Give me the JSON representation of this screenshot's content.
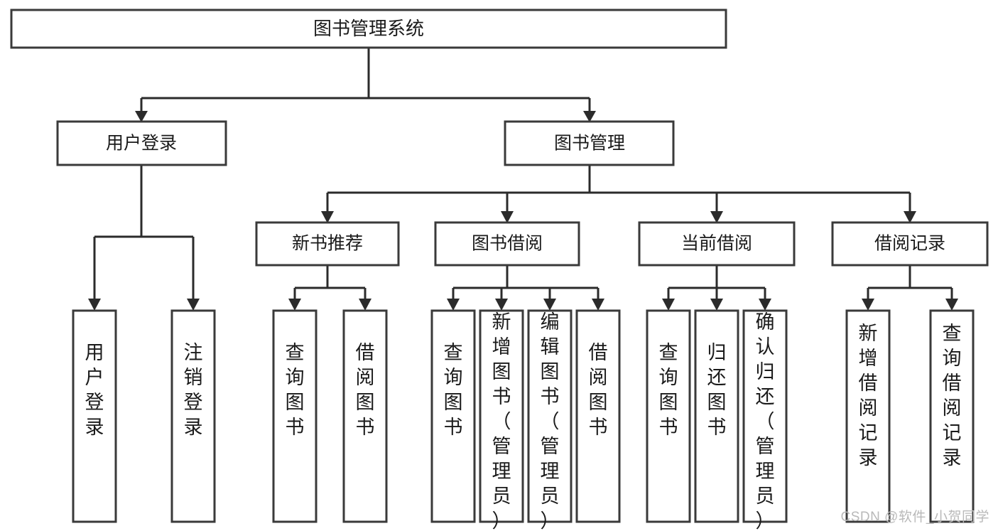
{
  "diagram": {
    "title": "图书管理系统",
    "type": "tree-hierarchy-diagram",
    "root": {
      "id": "root",
      "label": "图书管理系统"
    },
    "level2": [
      {
        "id": "user-login",
        "label": "用户登录"
      },
      {
        "id": "book-management",
        "label": "图书管理"
      }
    ],
    "level3": [
      {
        "id": "new-book-recommend",
        "label": "新书推荐",
        "parent": "book-management"
      },
      {
        "id": "book-borrow",
        "label": "图书借阅",
        "parent": "book-management"
      },
      {
        "id": "current-borrow",
        "label": "当前借阅",
        "parent": "book-management"
      },
      {
        "id": "borrow-record",
        "label": "借阅记录",
        "parent": "book-management"
      }
    ],
    "leaves": {
      "user_login": [
        {
          "id": "leaf-user-login",
          "label": "用户登录"
        },
        {
          "id": "leaf-logout-login",
          "label": "注销登录"
        }
      ],
      "new_book_recommend": [
        {
          "id": "leaf-query-book-1",
          "label": "查询图书"
        },
        {
          "id": "leaf-borrow-book-1",
          "label": "借阅图书"
        }
      ],
      "book_borrow": [
        {
          "id": "leaf-query-book-2",
          "label": "查询图书"
        },
        {
          "id": "leaf-add-book",
          "label": "新增图书（管理员）"
        },
        {
          "id": "leaf-edit-book",
          "label": "编辑图书（管理员）"
        },
        {
          "id": "leaf-borrow-book-2",
          "label": "借阅图书"
        }
      ],
      "current_borrow": [
        {
          "id": "leaf-query-book-3",
          "label": "查询图书"
        },
        {
          "id": "leaf-return-book",
          "label": "归还图书"
        },
        {
          "id": "leaf-confirm-return",
          "label": "确认归还（管理员）"
        }
      ],
      "borrow_record": [
        {
          "id": "leaf-add-record",
          "label": "新增借阅记录"
        },
        {
          "id": "leaf-query-record",
          "label": "查询借阅记录"
        }
      ]
    }
  },
  "watermark": {
    "text": "CSDN @软件_小贺同学"
  },
  "colors": {
    "background": "#ffffff",
    "box_stroke": "#3a3a3a",
    "connector": "#2b2b2b",
    "text": "#1a1a1a",
    "watermark": "#b9b9b9"
  }
}
